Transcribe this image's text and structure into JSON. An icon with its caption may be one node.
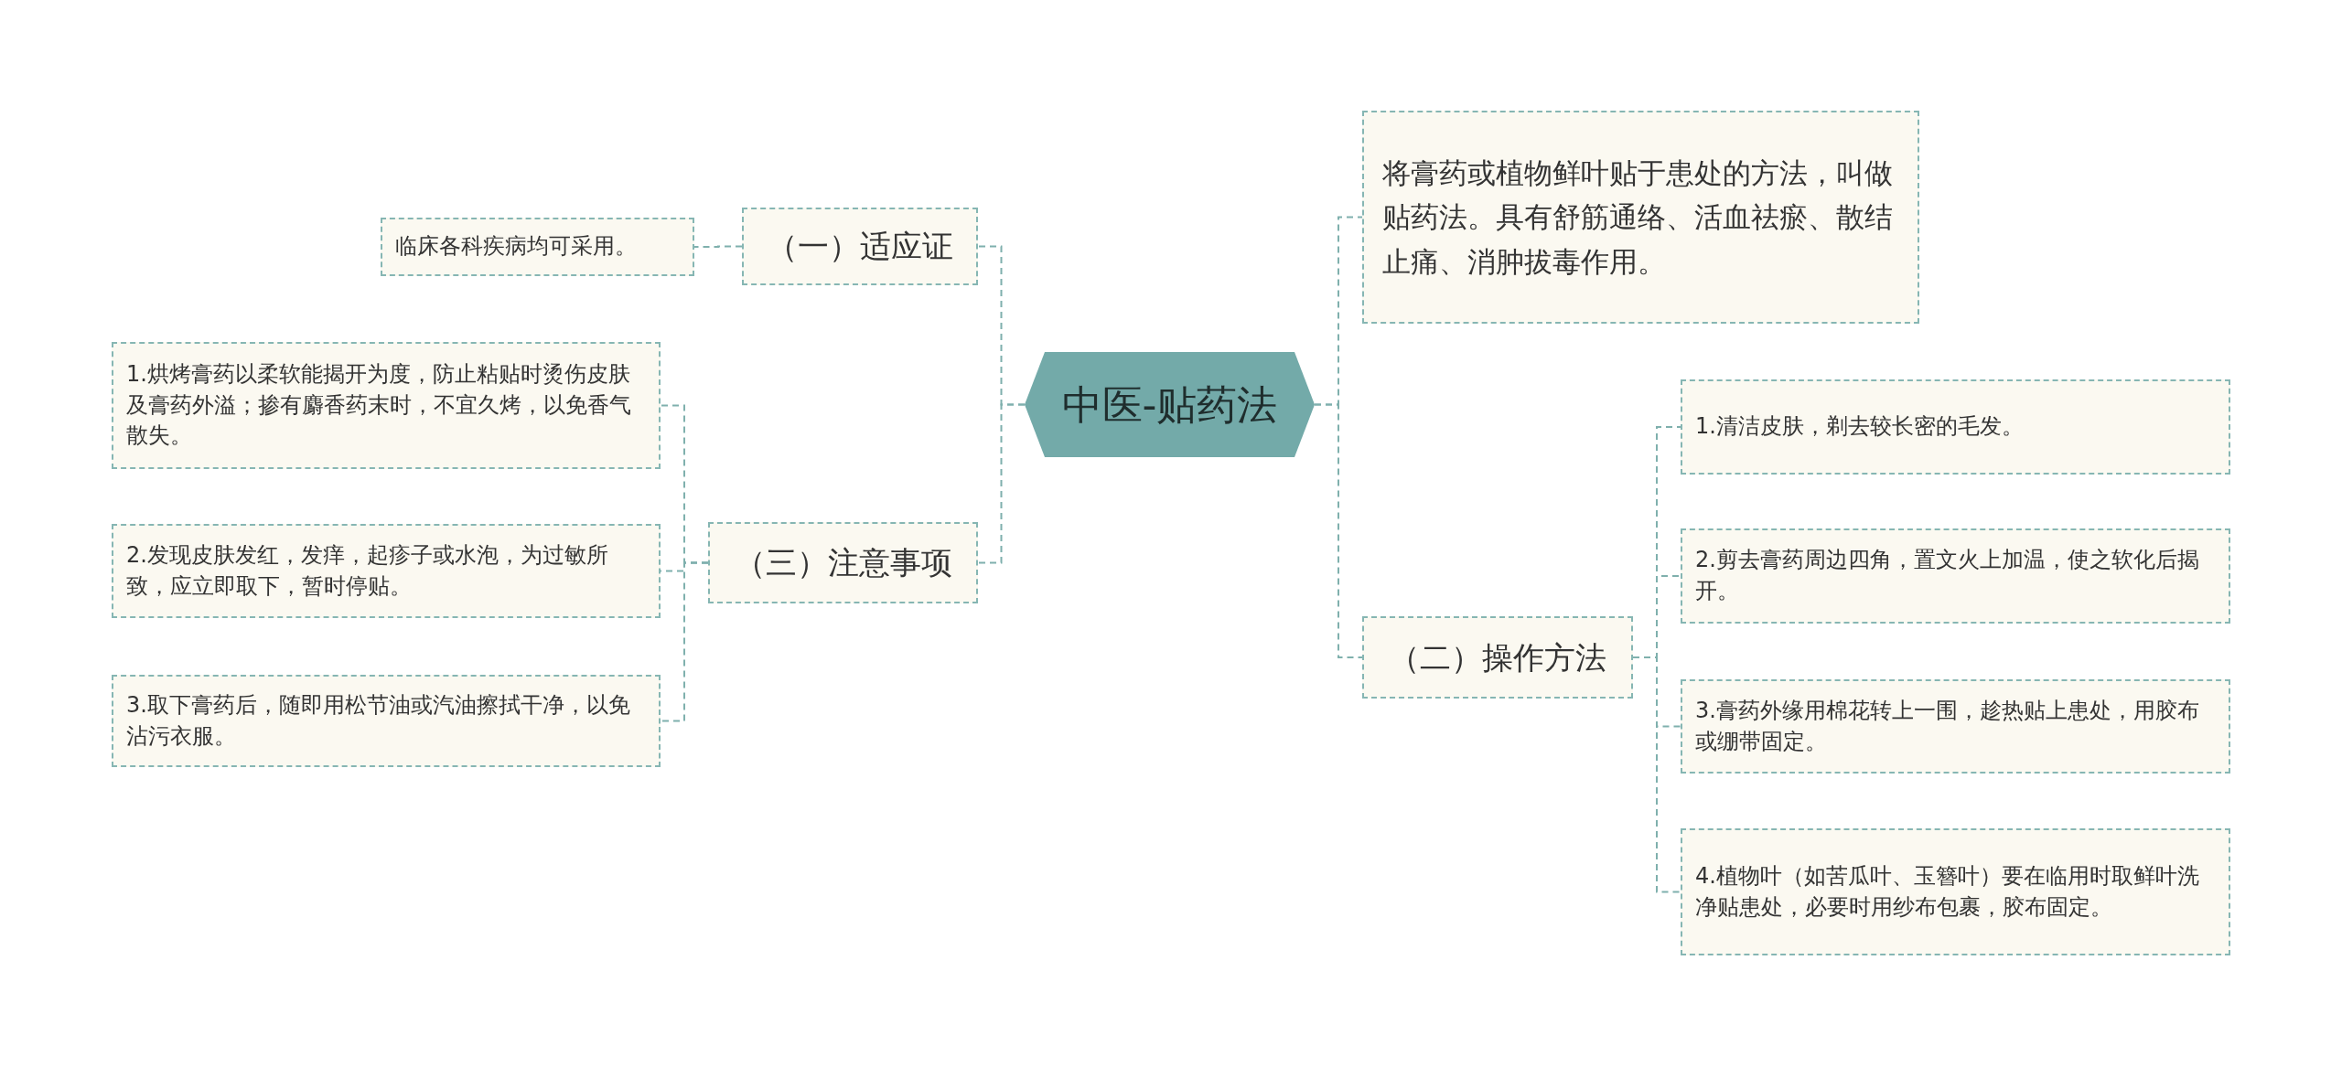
{
  "diagram": {
    "nodes": [
      {
        "text": [
          "中医-贴药法"
        ]
      },
      {
        "text": [
          "（一）适应证"
        ]
      },
      {
        "text": [
          "临床各科疾病均可采用。"
        ]
      },
      {
        "text": [
          "（三）注意事项"
        ]
      },
      {
        "text": [
          "1.烘烤膏药以柔软能揭开为度，防止粘贴时烫伤皮肤及膏药外溢；掺有麝香药末时，不宜久烤，以免香气散失。"
        ]
      },
      {
        "text": [
          "2.发现皮肤发红，发痒，起疹子或水泡，为过敏所致，应立即取下，暂时停贴。"
        ]
      },
      {
        "text": [
          "3.取下膏药后，随即用松节油或汽油擦拭干净，以免沾污衣服。"
        ]
      },
      {
        "text": [
          "将膏药或植物鲜叶贴于患处的方法，叫做贴药法。具有舒筋通络、活血祛瘀、散结止痛、消肿拔毒作用。"
        ]
      },
      {
        "text": [
          "（二）操作方法"
        ]
      },
      {
        "text": [
          "1.清洁皮肤，剃去较长密的毛发。"
        ]
      },
      {
        "text": [
          "2.剪去膏药周边四角，置文火上加温，使之软化后揭开。"
        ]
      },
      {
        "text": [
          "3.膏药外缘用棉花转上一围，趁热贴上患处，用胶布或绷带固定。"
        ]
      },
      {
        "text": [
          "4.植物叶（如苦瓜叶、玉簪叶）要在临用时取鲜叶洗净贴患处，必要时用纱布包裹，胶布固定。"
        ]
      }
    ],
    "edges": [
      {
        "from": 0,
        "to": 1,
        "arrow": "none",
        "style": "dashed"
      },
      {
        "from": 1,
        "to": 2,
        "arrow": "none",
        "style": "dashed"
      },
      {
        "from": 0,
        "to": 3,
        "arrow": "none",
        "style": "dashed"
      },
      {
        "from": 3,
        "to": 4,
        "arrow": "none",
        "style": "dashed"
      },
      {
        "from": 3,
        "to": 5,
        "arrow": "none",
        "style": "dashed"
      },
      {
        "from": 3,
        "to": 6,
        "arrow": "none",
        "style": "dashed"
      },
      {
        "from": 0,
        "to": 7,
        "arrow": "none",
        "style": "dashed"
      },
      {
        "from": 0,
        "to": 8,
        "arrow": "none",
        "style": "dashed"
      },
      {
        "from": 8,
        "to": 9,
        "arrow": "none",
        "style": "dashed"
      },
      {
        "from": 8,
        "to": 10,
        "arrow": "none",
        "style": "dashed"
      },
      {
        "from": 8,
        "to": 11,
        "arrow": "none",
        "style": "dashed"
      },
      {
        "from": 8,
        "to": 12,
        "arrow": "none",
        "style": "dashed"
      }
    ]
  }
}
